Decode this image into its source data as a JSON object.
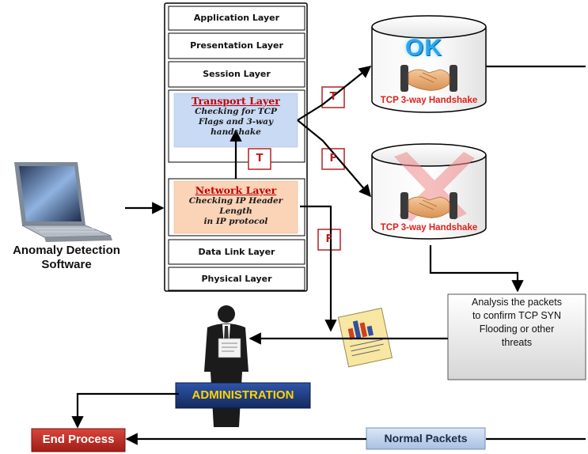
{
  "osi_layers": {
    "application": "Application Layer",
    "presentation": "Presentation Layer",
    "session": "Session Layer",
    "transport_title": "Transport Layer",
    "transport_desc": [
      "Checking for TCP",
      "Flags and 3-way",
      "handshake"
    ],
    "network_title": "Network Layer",
    "network_desc": [
      "Checking IP Header",
      "Length",
      "in IP protocol"
    ],
    "data_link": "Data Link Layer",
    "physical": "Physical Layer"
  },
  "decisions": {
    "network_to_transport": "T",
    "transport_true": "T",
    "transport_false": "F",
    "network_false": "F"
  },
  "source": {
    "label_line1": "Anomaly Detection",
    "label_line2": "Software",
    "icon": "laptop-icon"
  },
  "outcomes": {
    "ok_status": "OK",
    "ok_handshake": "TCP 3-way Handshake",
    "fail_handshake": "TCP 3-way Handshake",
    "analysis": [
      "Analysis the packets",
      "to confirm TCP SYN",
      "Flooding or other",
      "threats"
    ]
  },
  "admin": {
    "label": "ADMINISTRATION",
    "icon": "administrator-icon",
    "report_icon": "report-chart-icon"
  },
  "end": {
    "label": "End Process",
    "normal_packets": "Normal Packets"
  },
  "colors": {
    "transport_fill": "#c9daf5",
    "network_fill": "#fbd3b7",
    "tcp_red": "#e0201a",
    "ok_blue": "#29a8f0",
    "admin_banner": "#1f3a7a",
    "admin_text": "#ffd400",
    "end_red": "#c0281f",
    "normal_blue": "#b9cdea"
  }
}
